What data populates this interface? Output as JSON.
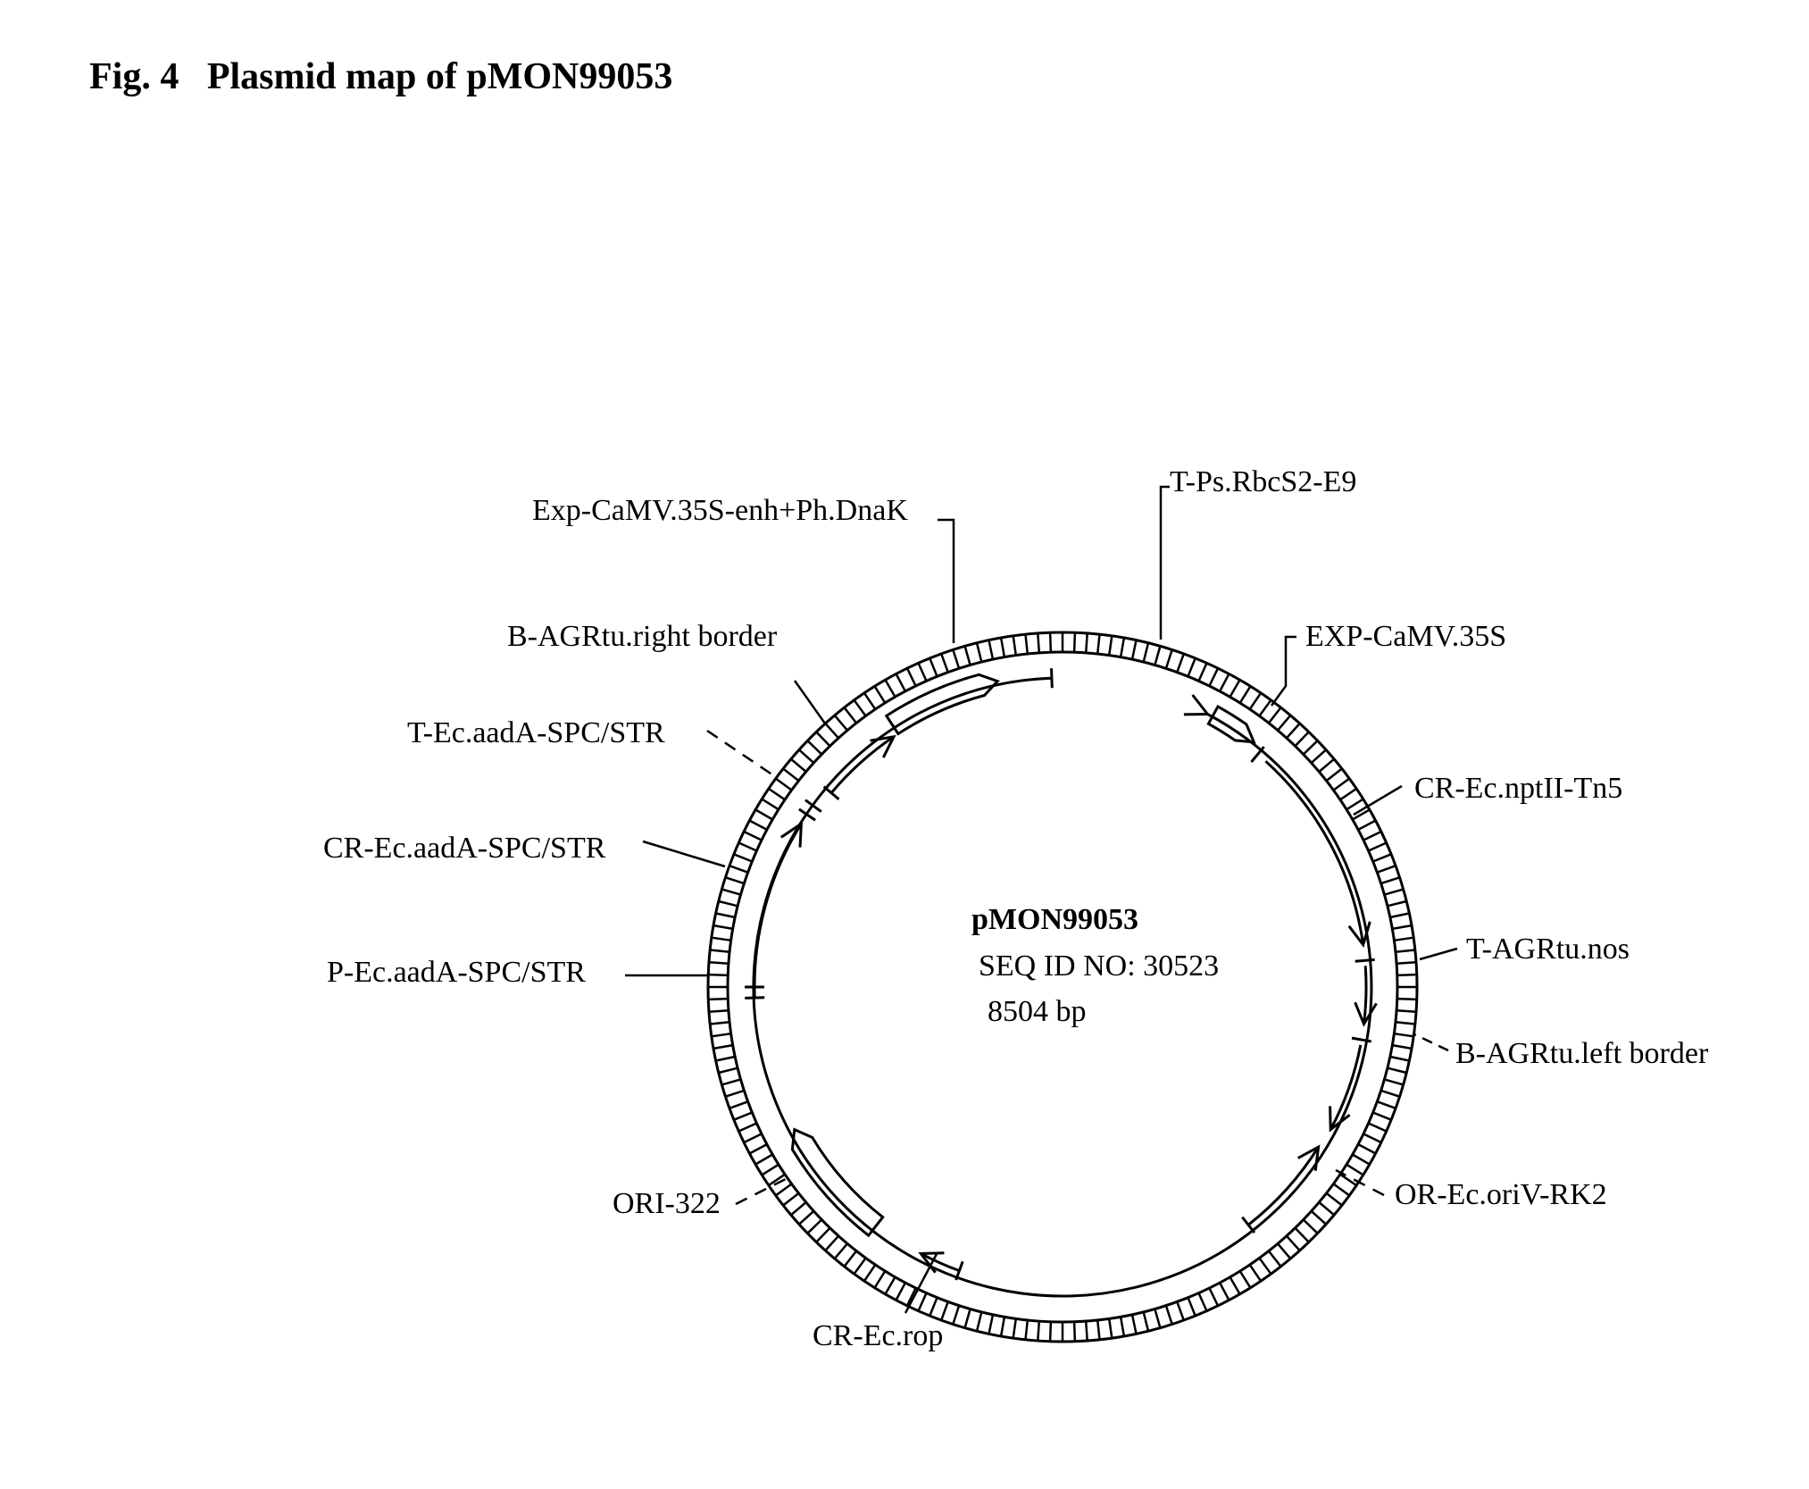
{
  "figure": {
    "title": "Fig. 4   Plasmid map of pMON99053"
  },
  "plasmid": {
    "name": "pMON99053",
    "seq_id": "SEQ ID NO: 30523",
    "size": "8504 bp"
  },
  "labels": {
    "exp_camv_dnak": "Exp-CaMV.35S-enh+Ph.DnaK",
    "t_ps_rbcs2": "T-Ps.RbcS2-E9",
    "b_right_border": "B-AGRtu.right border",
    "exp_camv35s": "EXP-CaMV.35S",
    "t_aada": "T-Ec.aadA-SPC/STR",
    "cr_nptii": "CR-Ec.nptII-Tn5",
    "cr_aada": "CR-Ec.aadA-SPC/STR",
    "p_aada": "P-Ec.aadA-SPC/STR",
    "t_agrtu_nos": "T-AGRtu.nos",
    "b_left_border": "B-AGRtu.left border",
    "ori_322": "ORI-322",
    "or_oriv": "OR-Ec.oriV-RK2",
    "cr_rop": "CR-Ec.rop"
  }
}
